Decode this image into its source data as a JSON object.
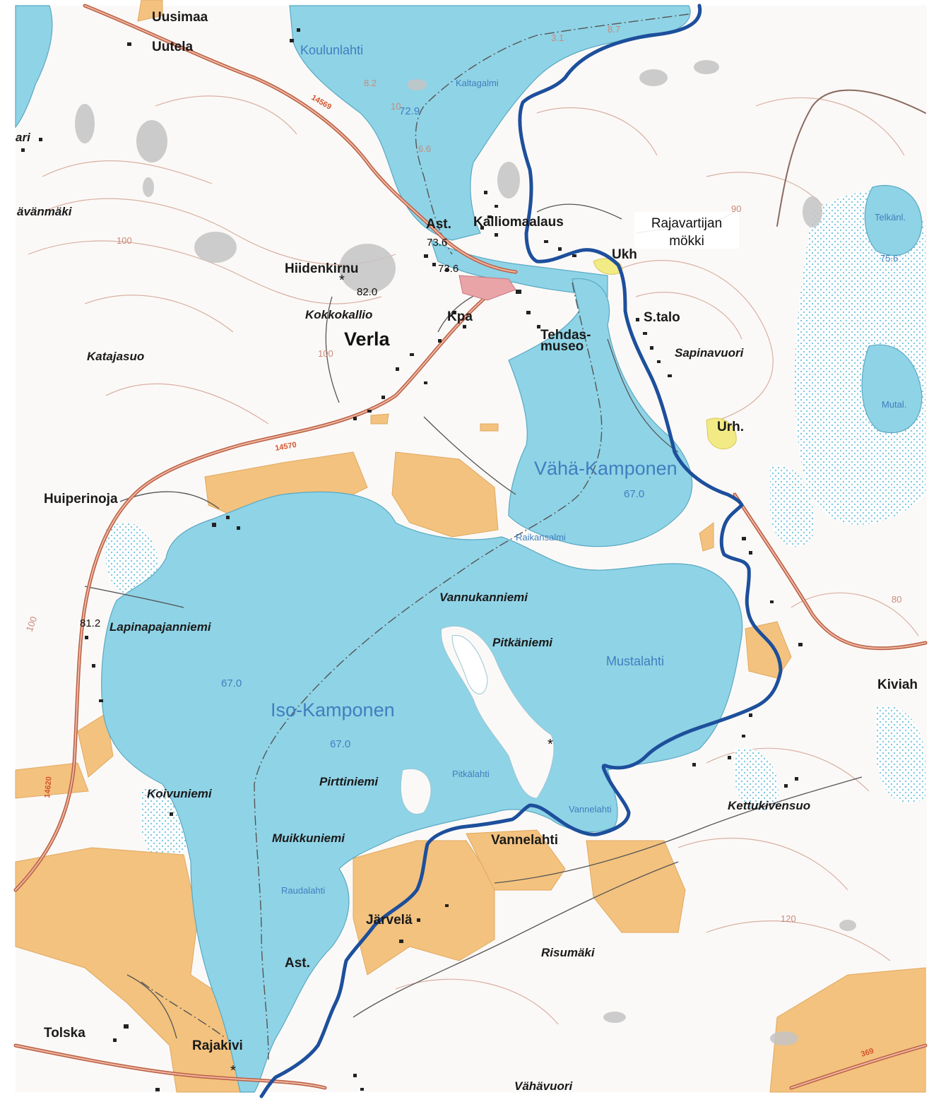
{
  "map": {
    "annotation": {
      "line1": "Rajavartijan",
      "line2": "mökki"
    },
    "places": {
      "uusimaa": "Uusimaa",
      "uutela": "Uutela",
      "ari": "ari",
      "aavanmaki": "ävänmäki",
      "hiidenkirnu": "Hiidenkirnu",
      "kokkokallio": "Kokkokallio",
      "verla": "Verla",
      "katajasuo": "Katajasuo",
      "kalliomaalaus": "Kalliomaalaus",
      "ast_top": "Ast.",
      "kpa": "Kpa",
      "tehdas": "Tehdas-",
      "museo": "museo",
      "ukh": "Ukh",
      "stalo": "S.talo",
      "sapinavuori": "Sapinavuori",
      "urh": "Urh.",
      "huiperinoja": "Huiperinoja",
      "lapinapajanniemi": "Lapinapajanniemi",
      "vannukanniemi": "Vannukanniemi",
      "pitkaniemi": "Pitkäniemi",
      "koivuniemi": "Koivuniemi",
      "pirttiniemi": "Pirttiniemi",
      "muikkuniemi": "Muikkuniemi",
      "vannelahti_place": "Vannelahti",
      "jarvela": "Järvelä",
      "ast_bottom": "Ast.",
      "risumaki": "Risumäki",
      "tolska": "Tolska",
      "rajakivi": "Rajakivi",
      "vahavuori": "Vähävuori",
      "kettukivensuo": "Kettukivensuo",
      "kiviah": "Kiviah",
      "mutal": "Mutal.",
      "telkanl": "Telkänl."
    },
    "water": {
      "koulunlahti": "Koulunlahti",
      "kaltagalmi": "Kaltagalmi",
      "vaha_kamponen": "Vähä-Kamponen",
      "iso_kamponen": "Iso-Kamponen",
      "mustalahti": "Mustalahti",
      "pitkalahti": "Pitkälahti",
      "vannelahti_water": "Vannelahti",
      "raikansalmi": "Raikansalmi",
      "raudalahti": "Raudalahti"
    },
    "elevations": {
      "e729": "72.9",
      "e736a": "73.6",
      "e736b": "73.6",
      "e820": "82.0",
      "e670_vaha": "67.0",
      "e670_iso_a": "67.0",
      "e670_iso_b": "67.0",
      "e812": "81.2",
      "e756": "75.6",
      "d31": "3.1",
      "d87": "8.7",
      "d82": "8.2",
      "d10": "10",
      "d66": "6.6"
    },
    "contours": {
      "c100a": "100",
      "c100b": "100",
      "c100c": "100",
      "c90": "90",
      "c80": "80",
      "c120": "120"
    },
    "roads": {
      "r14569": "14569",
      "r14570": "14570",
      "r14620": "14620",
      "r369": "369"
    },
    "colors": {
      "water": "#8fd3e6",
      "field": "#f3c27e",
      "land": "#ffffff",
      "contour": "#d8a89a",
      "road": "#c9694c",
      "route": "#1d4f9c",
      "rock": "#bdbdbd",
      "marsh": "#8fd3e6"
    }
  }
}
